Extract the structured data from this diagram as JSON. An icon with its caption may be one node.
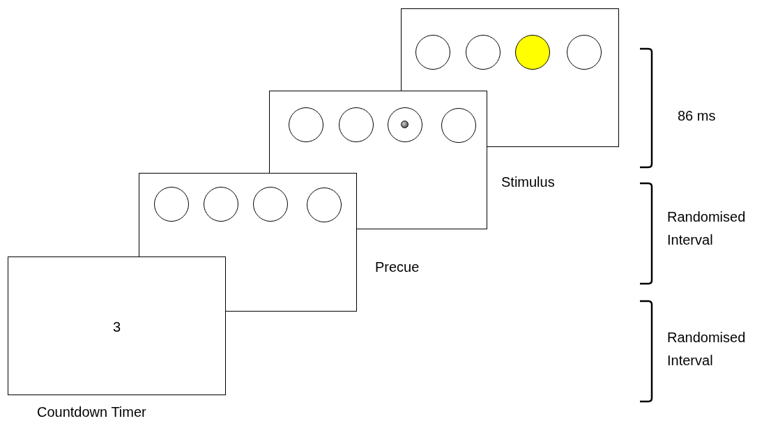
{
  "diagram": {
    "nodes": [
      {
        "text": [],
        "shape": "box"
      },
      {
        "text": [],
        "shape": "circle",
        "in": 0
      },
      {
        "text": [],
        "shape": "circle",
        "in": 0
      },
      {
        "text": [],
        "shape": "circle",
        "in": 0
      },
      {
        "text": [],
        "shape": "circle",
        "in": 0
      },
      {
        "text": [],
        "shape": "box"
      },
      {
        "text": [],
        "shape": "circle",
        "in": 5
      },
      {
        "text": [],
        "shape": "circle",
        "in": 5
      },
      {
        "text": [],
        "shape": "circle",
        "in": 5
      },
      {
        "text": [],
        "shape": "circle"
      },
      {
        "text": [],
        "shape": "box"
      },
      {
        "text": [],
        "shape": "circle",
        "in": 10
      },
      {
        "text": [],
        "shape": "circle",
        "in": 10
      },
      {
        "text": [],
        "shape": "circle",
        "in": 10
      },
      {
        "text": [],
        "shape": "circle"
      },
      {
        "text": [
          "3"
        ],
        "beside": [
          "Countdown Timer"
        ]
      }
    ],
    "edges": [],
    "labels": [
      "86 ms",
      "Stimulus",
      "Randomised Interval",
      "Precue",
      "Randomised Interval"
    ]
  }
}
